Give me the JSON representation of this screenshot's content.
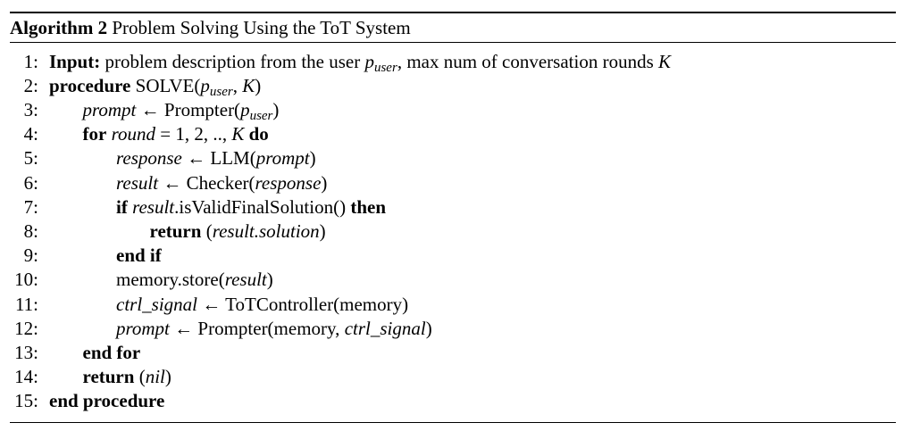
{
  "caption": {
    "lead": "Algorithm 2",
    "title": " Problem Solving Using the ToT System"
  },
  "lines": [
    {
      "num": "1:",
      "indent": 0,
      "parts": [
        {
          "t": "k",
          "v": "Input:"
        },
        {
          "t": "r",
          "v": " problem description from the user "
        },
        {
          "t": "m",
          "v": "p"
        },
        {
          "t": "s",
          "v": "user"
        },
        {
          "t": "r",
          "v": ", max num of conversation rounds "
        },
        {
          "t": "m",
          "v": "K"
        }
      ]
    },
    {
      "num": "2:",
      "indent": 0,
      "parts": [
        {
          "t": "k",
          "v": "procedure"
        },
        {
          "t": "r",
          "v": " SOLVE("
        },
        {
          "t": "m",
          "v": "p"
        },
        {
          "t": "s",
          "v": "user"
        },
        {
          "t": "r",
          "v": ", "
        },
        {
          "t": "m",
          "v": "K"
        },
        {
          "t": "r",
          "v": ")"
        }
      ]
    },
    {
      "num": "3:",
      "indent": 1,
      "parts": [
        {
          "t": "m",
          "v": "prompt"
        },
        {
          "t": "r",
          "v": " ← Prompter("
        },
        {
          "t": "m",
          "v": "p"
        },
        {
          "t": "s",
          "v": "user"
        },
        {
          "t": "r",
          "v": ")"
        }
      ]
    },
    {
      "num": "4:",
      "indent": 1,
      "parts": [
        {
          "t": "k",
          "v": "for"
        },
        {
          "t": "r",
          "v": " "
        },
        {
          "t": "m",
          "v": "round"
        },
        {
          "t": "r",
          "v": " = 1, 2, .., "
        },
        {
          "t": "m",
          "v": "K"
        },
        {
          "t": "r",
          "v": " "
        },
        {
          "t": "k",
          "v": "do"
        }
      ]
    },
    {
      "num": "5:",
      "indent": 2,
      "parts": [
        {
          "t": "m",
          "v": "response"
        },
        {
          "t": "r",
          "v": " ← LLM("
        },
        {
          "t": "m",
          "v": "prompt"
        },
        {
          "t": "r",
          "v": ")"
        }
      ]
    },
    {
      "num": "6:",
      "indent": 2,
      "parts": [
        {
          "t": "m",
          "v": "result"
        },
        {
          "t": "r",
          "v": " ← Checker("
        },
        {
          "t": "m",
          "v": "response"
        },
        {
          "t": "r",
          "v": ")"
        }
      ]
    },
    {
      "num": "7:",
      "indent": 2,
      "parts": [
        {
          "t": "k",
          "v": "if"
        },
        {
          "t": "r",
          "v": " "
        },
        {
          "t": "m",
          "v": "result"
        },
        {
          "t": "r",
          "v": ".isValidFinalSolution() "
        },
        {
          "t": "k",
          "v": "then"
        }
      ]
    },
    {
      "num": "8:",
      "indent": 3,
      "parts": [
        {
          "t": "k",
          "v": "return"
        },
        {
          "t": "r",
          "v": " ("
        },
        {
          "t": "m",
          "v": "result.solution"
        },
        {
          "t": "r",
          "v": ")"
        }
      ]
    },
    {
      "num": "9:",
      "indent": 2,
      "parts": [
        {
          "t": "k",
          "v": "end if"
        }
      ]
    },
    {
      "num": "10:",
      "indent": 2,
      "parts": [
        {
          "t": "r",
          "v": "memory.store("
        },
        {
          "t": "m",
          "v": "result"
        },
        {
          "t": "r",
          "v": ")"
        }
      ]
    },
    {
      "num": "11:",
      "indent": 2,
      "parts": [
        {
          "t": "m",
          "v": "ctrl_signal"
        },
        {
          "t": "r",
          "v": " ← ToTController(memory)"
        }
      ]
    },
    {
      "num": "12:",
      "indent": 2,
      "parts": [
        {
          "t": "m",
          "v": "prompt"
        },
        {
          "t": "r",
          "v": " ← Prompter(memory, "
        },
        {
          "t": "m",
          "v": "ctrl_signal"
        },
        {
          "t": "r",
          "v": ")"
        }
      ]
    },
    {
      "num": "13:",
      "indent": 1,
      "parts": [
        {
          "t": "k",
          "v": "end for"
        }
      ]
    },
    {
      "num": "14:",
      "indent": 1,
      "parts": [
        {
          "t": "k",
          "v": "return"
        },
        {
          "t": "r",
          "v": " ("
        },
        {
          "t": "m",
          "v": "nil"
        },
        {
          "t": "r",
          "v": ")"
        }
      ]
    },
    {
      "num": "15:",
      "indent": 0,
      "parts": [
        {
          "t": "k",
          "v": "end procedure"
        }
      ]
    }
  ]
}
